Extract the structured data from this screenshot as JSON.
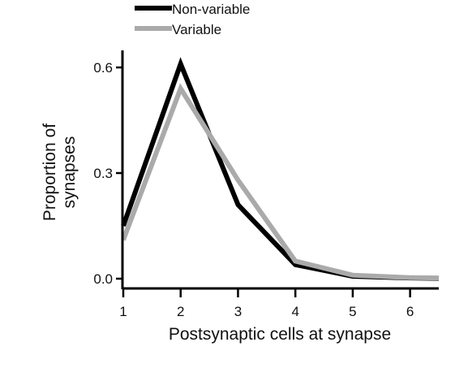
{
  "chart_data": {
    "type": "line",
    "title": "",
    "xlabel": "Postsynaptic cells at synapse",
    "ylabel_lines": [
      "Proportion of",
      "synapses"
    ],
    "x": [
      1,
      2,
      3,
      4,
      5,
      6,
      6.5
    ],
    "x_ticks": [
      1,
      2,
      3,
      4,
      5,
      6
    ],
    "y_ticks": [
      0.0,
      0.3,
      0.6
    ],
    "y_tick_labels": [
      "0.0",
      "0.3",
      "0.6"
    ],
    "xlim": [
      1,
      6.5
    ],
    "ylim": [
      0,
      0.63
    ],
    "grid": false,
    "legend_position": "top-left",
    "series": [
      {
        "name": "Non-variable",
        "color": "#000000",
        "values": [
          0.15,
          0.61,
          0.21,
          0.04,
          0.007,
          0.002,
          0.001
        ]
      },
      {
        "name": "Variable",
        "color": "#aaaaaa",
        "values": [
          0.11,
          0.54,
          0.28,
          0.05,
          0.01,
          0.003,
          0.002
        ]
      }
    ]
  }
}
